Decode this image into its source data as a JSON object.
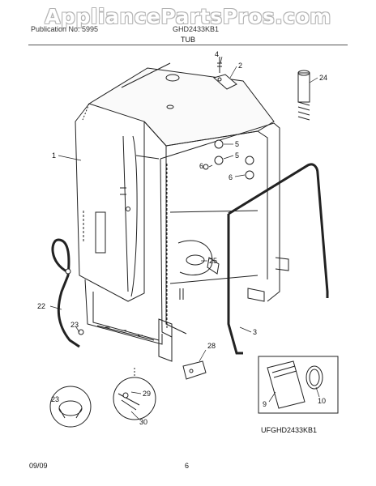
{
  "watermark": "AppliancePartsPros.com",
  "header": {
    "left": "Publication No: 5995",
    "right": "GHD2433KB1",
    "section": "TUB"
  },
  "footer": {
    "date": "09/09",
    "page": "6"
  },
  "diagram_code": "UFGHD2433KB1",
  "callouts": [
    "1",
    "2",
    "3",
    "4",
    "5",
    "5",
    "6",
    "6",
    "9",
    "10",
    "22",
    "23",
    "23",
    "24",
    "25",
    "28",
    "29",
    "30"
  ]
}
